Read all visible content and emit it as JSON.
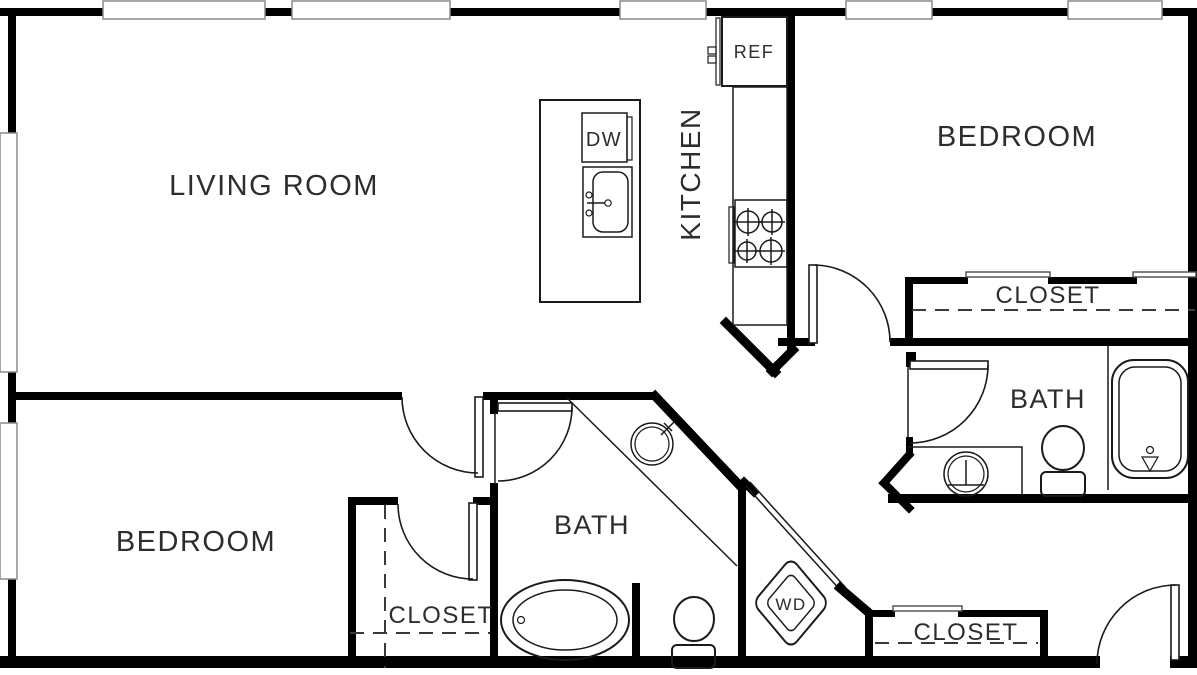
{
  "floor_plan": {
    "rooms": {
      "living_room": {
        "label": "LIVING ROOM"
      },
      "kitchen": {
        "label": "KITCHEN"
      },
      "bedroom_top_right": {
        "label": "BEDROOM"
      },
      "bedroom_bottom_left": {
        "label": "BEDROOM"
      },
      "bath_middle": {
        "label": "BATH"
      },
      "bath_right": {
        "label": "BATH"
      },
      "closet_top_right": {
        "label": "CLOSET"
      },
      "closet_bottom_left": {
        "label": "CLOSET"
      },
      "closet_bottom_right": {
        "label": "CLOSET"
      }
    },
    "appliances": {
      "refrigerator": {
        "label": "REF"
      },
      "dishwasher": {
        "label": "DW"
      },
      "washer_dryer": {
        "label": "WD"
      }
    },
    "colors": {
      "wall": "#000000",
      "label_text": "#2d2d2d",
      "fixture_line": "#1a1a1a",
      "background": "#ffffff"
    }
  }
}
